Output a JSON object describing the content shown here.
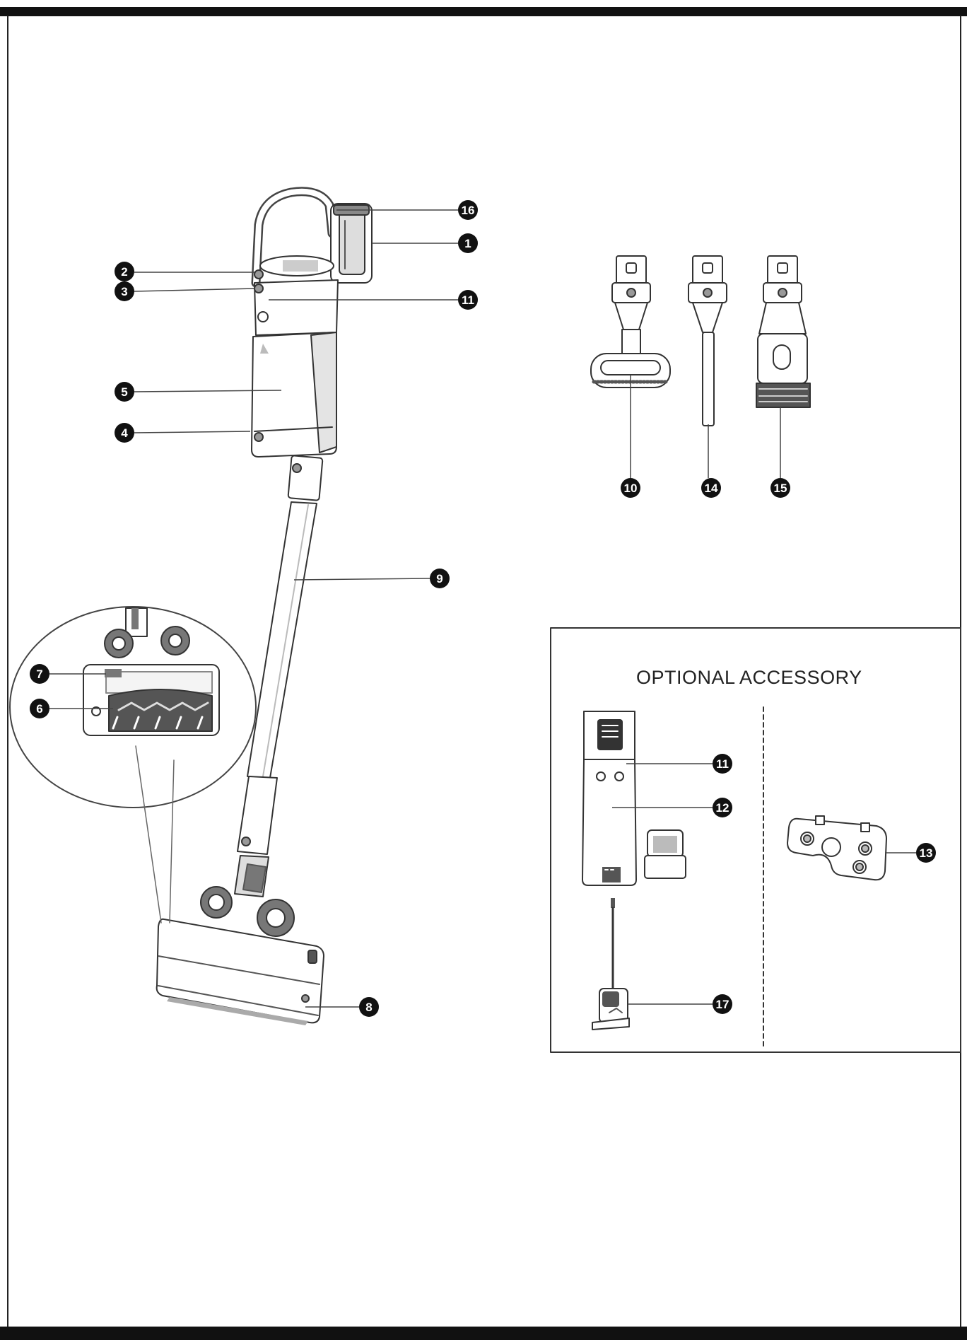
{
  "optional_box": {
    "title": "OPTIONAL ACCESSORY"
  },
  "callouts": [
    {
      "id": "c16",
      "num": "16"
    },
    {
      "id": "c1",
      "num": "1"
    },
    {
      "id": "c2",
      "num": "2"
    },
    {
      "id": "c3",
      "num": "3"
    },
    {
      "id": "c11a",
      "num": "11"
    },
    {
      "id": "c5",
      "num": "5"
    },
    {
      "id": "c4",
      "num": "4"
    },
    {
      "id": "c9",
      "num": "9"
    },
    {
      "id": "c7",
      "num": "7"
    },
    {
      "id": "c6",
      "num": "6"
    },
    {
      "id": "c8",
      "num": "8"
    },
    {
      "id": "c10",
      "num": "10"
    },
    {
      "id": "c14",
      "num": "14"
    },
    {
      "id": "c15",
      "num": "15"
    },
    {
      "id": "c11b",
      "num": "11"
    },
    {
      "id": "c12",
      "num": "12"
    },
    {
      "id": "c13",
      "num": "13"
    },
    {
      "id": "c17",
      "num": "17"
    }
  ]
}
